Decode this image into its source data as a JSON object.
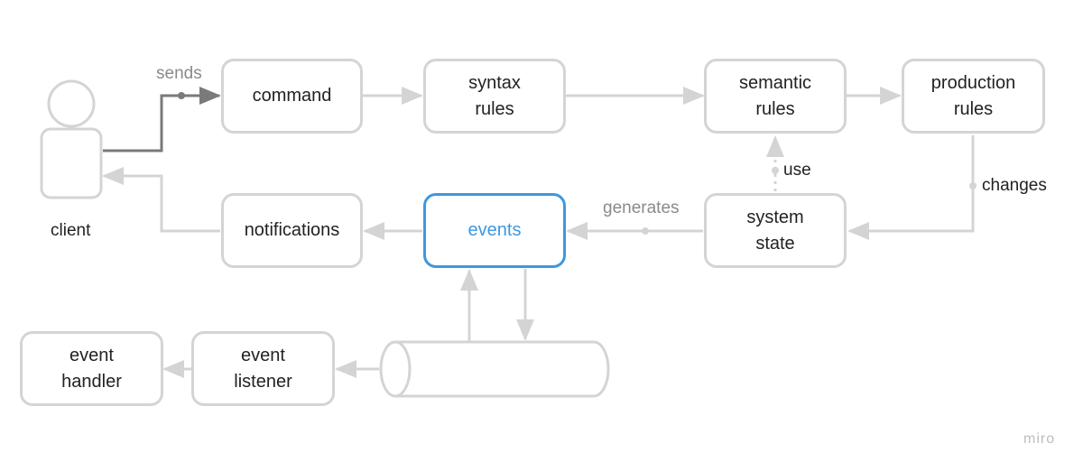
{
  "nodes": {
    "command": "command",
    "syntax_rules": "syntax\nrules",
    "semantic_rules": "semantic\nrules",
    "production_rules": "production\nrules",
    "system_state": "system\nstate",
    "events": "events",
    "notifications": "notifications",
    "event_listener": "event\nlistener",
    "event_handler": "event\nhandler"
  },
  "actors": {
    "client": "client"
  },
  "edge_labels": {
    "sends": "sends",
    "use": "use",
    "changes": "changes",
    "generates": "generates"
  },
  "colors": {
    "node_border": "#d4d4d4",
    "highlight": "#3d98e0",
    "client_flow": "#7a7a7a",
    "label_grey": "#8a8a8a"
  },
  "branding": "miro"
}
